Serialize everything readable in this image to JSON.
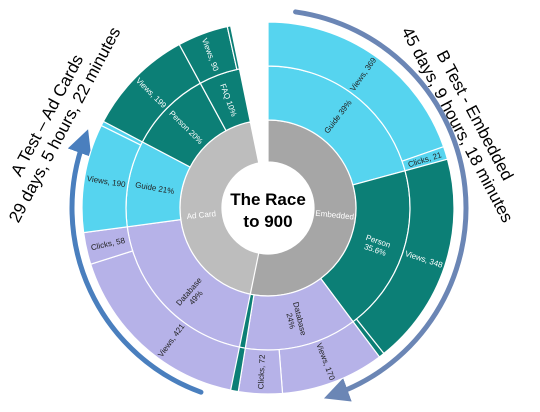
{
  "chart_data": {
    "type": "sunburst",
    "title_lines": [
      "The Race",
      "to 900"
    ],
    "colors": {
      "inner_left": "#bdbdbd",
      "inner_right": "#a6a6a6",
      "guide": "#56d4ef",
      "person": "#0c7f76",
      "database": "#b6b2e8",
      "faq": "#0c7f76",
      "arrow_left": "#4a7fbe",
      "arrow_right": "#6b86b5"
    },
    "groups": [
      {
        "name": "Ad Card",
        "total": 421,
        "arrow_label_lines": [
          "A Test – Ad Cards",
          "29 days, 5 hours, 22 minutes"
        ],
        "categories": [
          {
            "key": "database",
            "label": "Database\n49%",
            "value": 205,
            "leaves": [
              {
                "label": "Views, 421",
                "value": 421
              },
              {
                "label": "Clicks, 58",
                "value": 58
              }
            ]
          },
          {
            "key": "guide",
            "label": "Guide 21%",
            "value": 88,
            "leaves": [
              {
                "label": "Views, 190",
                "value": 190
              },
              {
                "label": "",
                "value": 8
              }
            ]
          },
          {
            "key": "person",
            "label": "Person 20%",
            "value": 84,
            "leaves": [
              {
                "label": "Views, 199",
                "value": 199
              }
            ]
          },
          {
            "key": "faq",
            "label": "FAQ 10%",
            "value": 42,
            "leaves": [
              {
                "label": "Views, 90",
                "value": 90
              },
              {
                "label": "",
                "value": 6
              }
            ]
          }
        ]
      },
      {
        "name": "Embedded",
        "total": 479,
        "arrow_label_lines": [
          "B Test  - Embedded",
          "45 days, 9 hours, 18 minutes"
        ],
        "categories": [
          {
            "key": "guide",
            "label": "Guide 39%",
            "value": 187,
            "leaves": [
              {
                "label": "Views, 369",
                "value": 369
              },
              {
                "label": "Clicks, 21",
                "value": 21
              }
            ]
          },
          {
            "key": "person",
            "label": "Person\n35.6%",
            "value": 171,
            "leaves": [
              {
                "label": "Views, 348",
                "value": 348
              },
              {
                "label": "",
                "value": 9
              }
            ]
          },
          {
            "key": "database",
            "label": "Database\n24%",
            "value": 115,
            "leaves": [
              {
                "label": "Views, 170",
                "value": 170
              },
              {
                "label": "Clicks, 72",
                "value": 72
              }
            ]
          },
          {
            "key": "faq",
            "label": "",
            "value": 6,
            "leaves": [
              {
                "label": "",
                "value": 12
              }
            ]
          }
        ]
      }
    ]
  }
}
